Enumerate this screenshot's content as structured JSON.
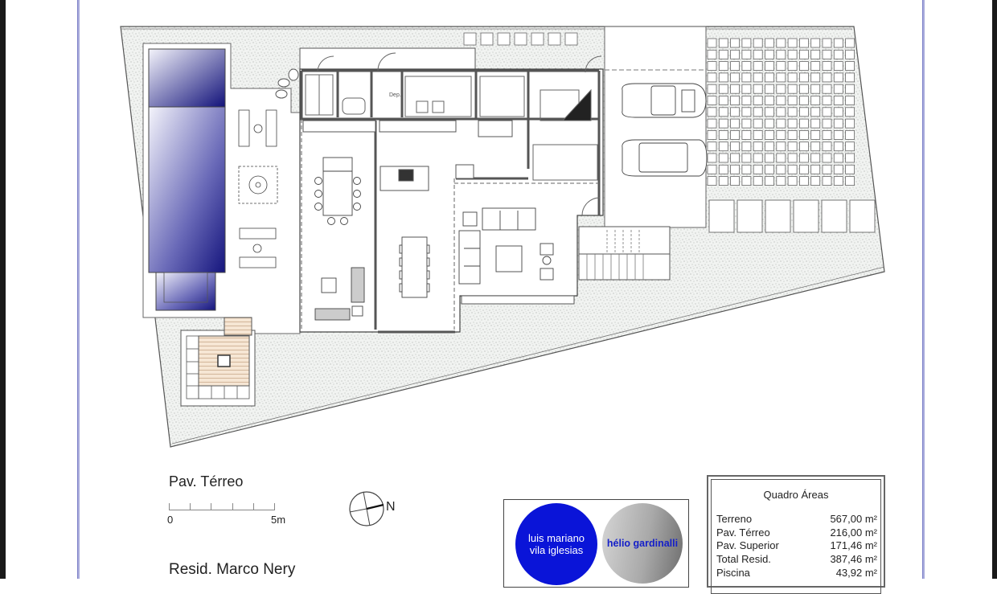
{
  "sheet": {
    "plan_title": "Pav. Térreo",
    "project_title": "Resid. Marco Nery",
    "scale_bar": {
      "start_label": "0",
      "end_label": "5m",
      "ticks": 6
    },
    "north_label": "N",
    "room_labels": {
      "storage": "Dep."
    },
    "colors": {
      "pool_blue": "#1a1a9a",
      "frame_line": "#8a8dd0",
      "logo_blue": "#0a14d8",
      "logo_grey": "#a9a9a9",
      "deck_wood": "#e9c9a8"
    }
  },
  "logos": {
    "architect_1": {
      "line1": "luis mariano",
      "line2": "vila iglesias"
    },
    "architect_2": {
      "name": "hélio gardinalli"
    }
  },
  "areas_table": {
    "title": "Quadro Áreas",
    "rows": [
      {
        "label": "Terreno",
        "value": "567,00 m²"
      },
      {
        "label": "Pav. Térreo",
        "value": "216,00 m²"
      },
      {
        "label": "Pav. Superior",
        "value": "171,46 m²"
      },
      {
        "label": "Total Resid.",
        "value": "387,46 m²"
      },
      {
        "label": "Piscina",
        "value": "43,92 m²"
      }
    ]
  }
}
